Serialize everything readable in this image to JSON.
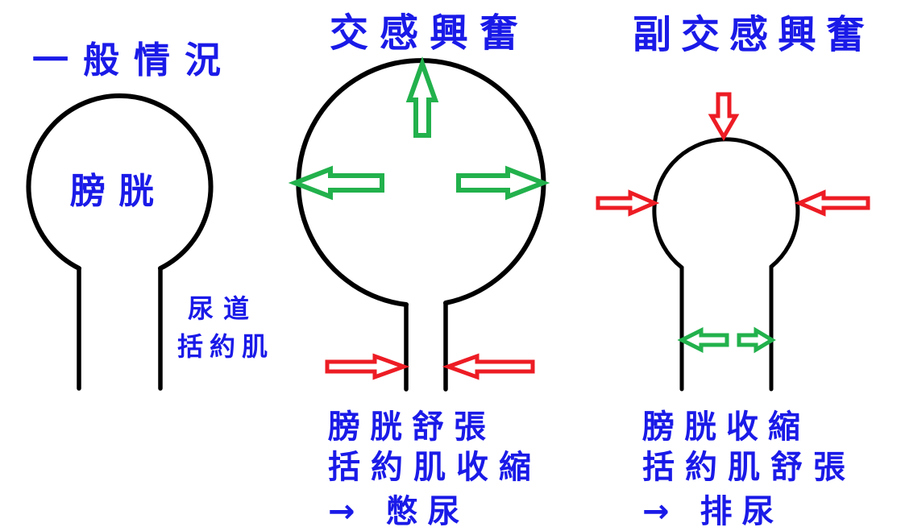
{
  "colors": {
    "label_blue": "#1a1ae8",
    "relax_green": "#22b14c",
    "contract_red": "#ed1c24",
    "outline_black": "#000000"
  },
  "panels": {
    "normal": {
      "title": "一般情況",
      "bladder_label": "膀胱",
      "urethra_label": {
        "line1": "尿道",
        "line2": "括約肌"
      }
    },
    "sympathetic": {
      "title": "交感興奮",
      "caption": {
        "line1": "膀胱舒張",
        "line2": "括約肌收縮",
        "line3": "→ 憋尿"
      }
    },
    "parasympathetic": {
      "title": "副交感興奮",
      "caption": {
        "line1": "膀胱收縮",
        "line2": "括約肌舒張",
        "line3": "→ 排尿"
      }
    }
  }
}
